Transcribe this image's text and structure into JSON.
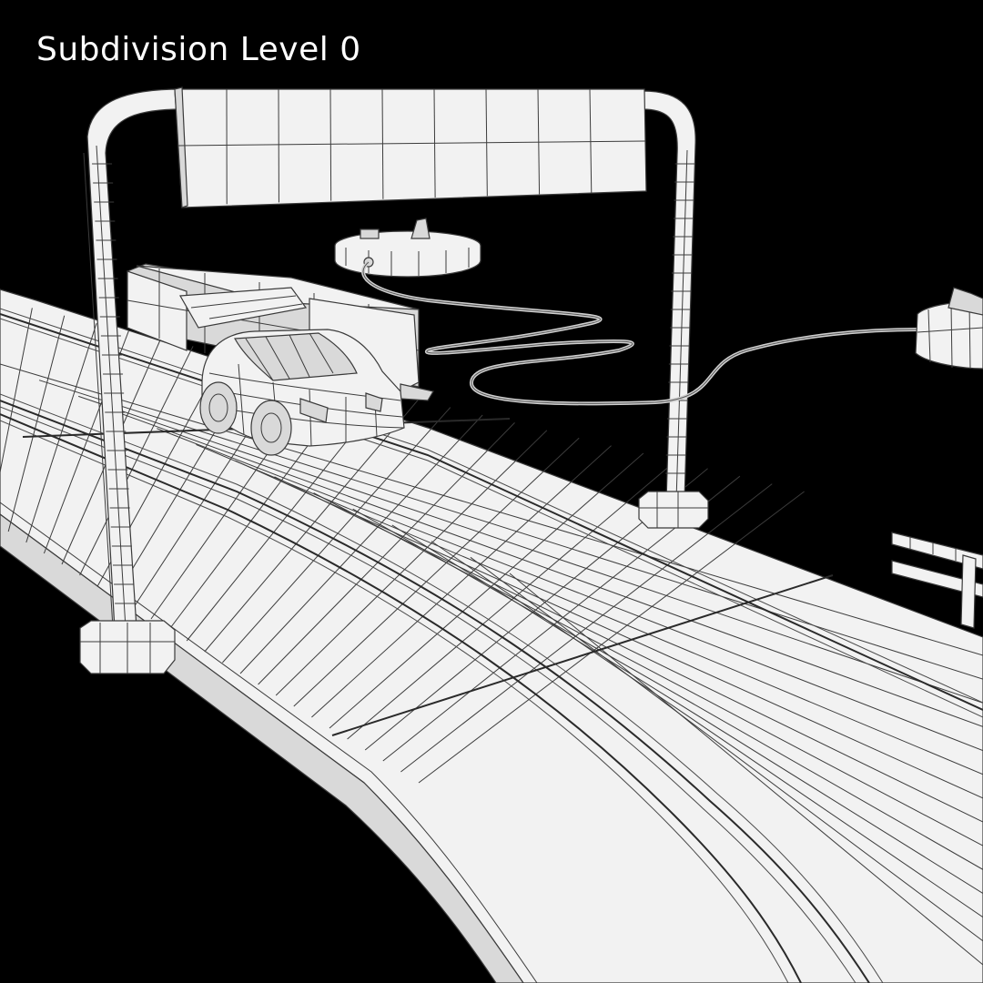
{
  "caption": {
    "text": "Subdivision Level 0",
    "color": "#ffffff"
  },
  "scene": {
    "background_color": "#000000",
    "mesh_fill_color": "#f2f2f2",
    "wireframe_color": "#3c3c3c",
    "objects": [
      "slot-car-track",
      "start-gantry",
      "slot-car",
      "pit-building",
      "lap-counter-controller",
      "hand-controller",
      "guard-rail"
    ]
  }
}
